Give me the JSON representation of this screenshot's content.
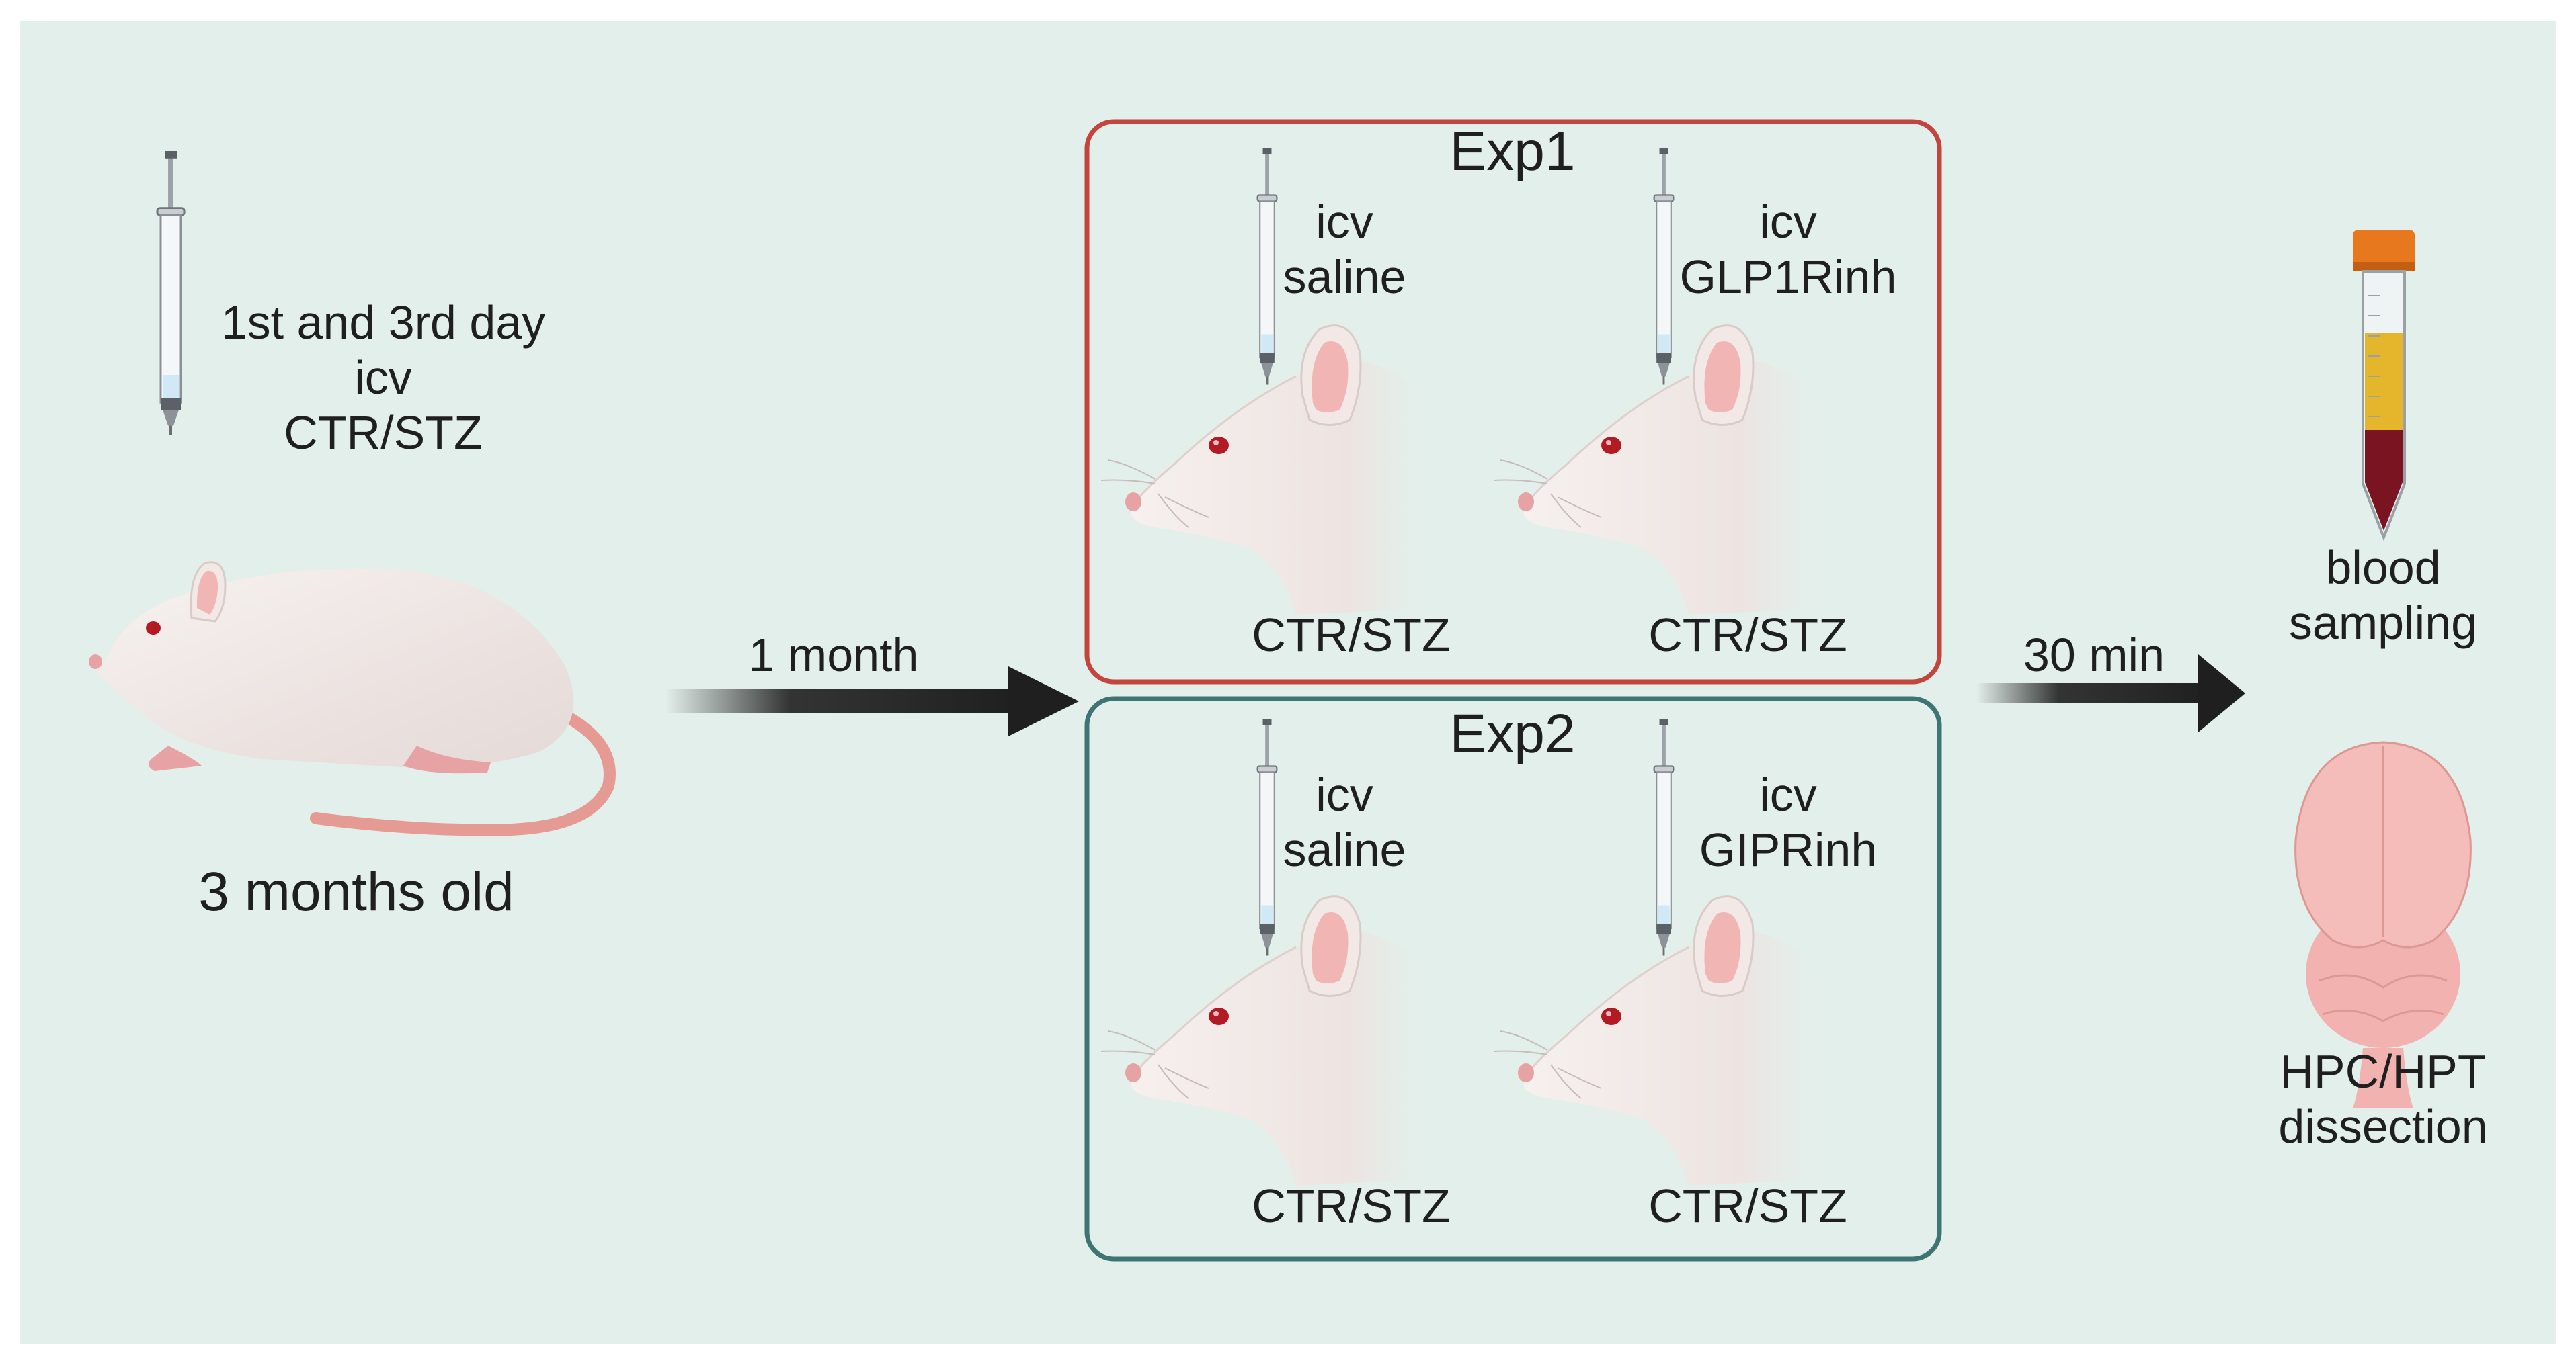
{
  "colors": {
    "background_panel": "#e3efeb",
    "exp1_border": "#c3453d",
    "exp2_border": "#3e7474",
    "arrow": "#1f1f1f",
    "rat_body": "#f3ecea",
    "ear_inner": "#f1b6b3",
    "eye": "#b31b24",
    "tail": "#e59a94",
    "tube_cap": "#e8781d",
    "tube_serum": "#e5b52c",
    "tube_blood": "#7a1420",
    "brain": "#f2b3b0"
  },
  "icons": [
    "syringe-icon",
    "rat-icon",
    "rat-head-icon",
    "arrow-icon",
    "blood-tube-icon",
    "brain-icon"
  ],
  "left": {
    "injection_label": [
      "1st and 3rd day",
      "icv",
      "CTR/STZ"
    ],
    "age_label": "3 months old"
  },
  "arrow1": {
    "label": "1 month"
  },
  "exp1": {
    "title": "Exp1",
    "left_treatment": [
      "icv",
      "saline"
    ],
    "right_treatment": [
      "icv",
      "GLP1Rinh"
    ],
    "left_group": "CTR/STZ",
    "right_group": "CTR/STZ"
  },
  "exp2": {
    "title": "Exp2",
    "left_treatment": [
      "icv",
      "saline"
    ],
    "right_treatment": [
      "icv",
      "GIPRinh"
    ],
    "left_group": "CTR/STZ",
    "right_group": "CTR/STZ"
  },
  "arrow2": {
    "label": "30 min"
  },
  "outputs": {
    "blood": [
      "blood",
      "sampling"
    ],
    "brain": [
      "HPC/HPT",
      "dissection"
    ]
  }
}
